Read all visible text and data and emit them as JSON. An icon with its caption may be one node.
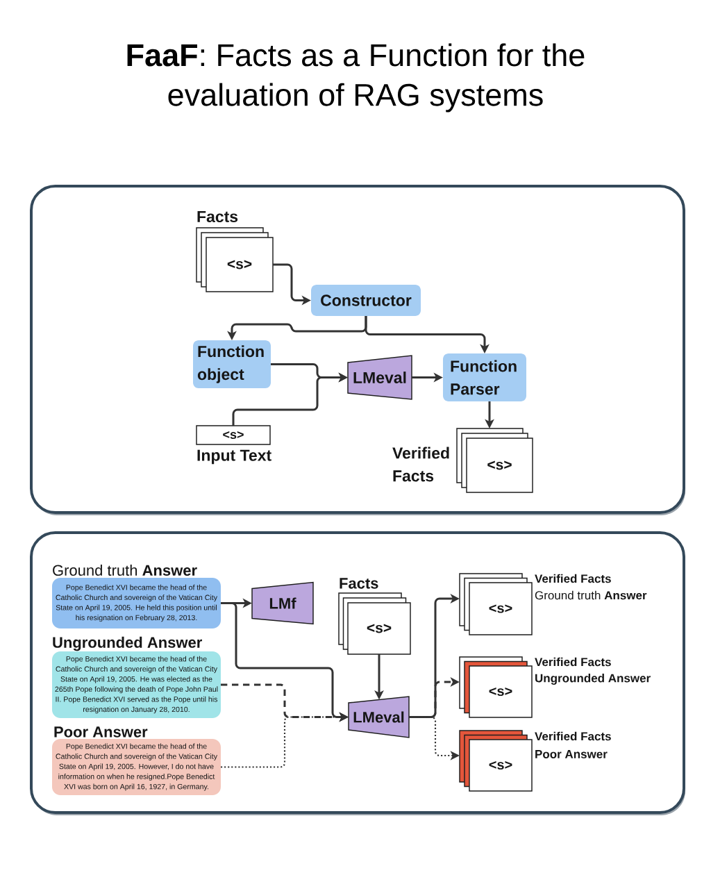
{
  "diagram": {
    "title": "**FaaF**: Facts as a Function for the evaluation of RAG systems",
    "nodes": [
      {
        "text": [],
        "shape": "box"
      },
      {
        "text": [
          "Facts",
          "<s>"
        ],
        "in": 0
      },
      {
        "text": [
          "Constructor"
        ],
        "in": 0
      },
      {
        "text": [
          "Function object"
        ],
        "in": 0
      },
      {
        "text": [
          "LMeval"
        ],
        "in": 0
      },
      {
        "text": [
          "Function Parser"
        ],
        "in": 0
      },
      {
        "text": [
          "<s>",
          "Input Text"
        ],
        "in": 0
      },
      {
        "text": [
          "Verified Facts",
          "<s>"
        ],
        "in": 0
      },
      {
        "text": [],
        "shape": "box"
      },
      {
        "text": [
          "Ground truth **Answer**",
          "Pope Benedict XVI became the head of the Catholic Church and sovereign of the Vatican City State on April 19, 2005. He held this position until his resignation on February 28, 2013."
        ],
        "in": 8
      },
      {
        "text": [
          "Ungrounded Answer",
          "Pope Benedict XVI became the head of the Catholic Church and sovereign of the Vatican City State on April 19, 2005. He was elected as the 265th Pope following the death of Pope John Paul II. Pope Benedict XVI served as the Pope until his resignation on January 28, 2010."
        ],
        "in": 8
      },
      {
        "text": [
          "Poor Answer",
          "Pope Benedict XVI became the head of the Catholic Church and sovereign of the Vatican City State on April 19, 2005. However, I do not have information on when he resigned.Pope Benedict XVI was born on April 16, 1927, in Germany."
        ],
        "in": 8
      },
      {
        "text": [
          "LMf"
        ],
        "in": 8
      },
      {
        "text": [
          "Facts",
          "<s>"
        ],
        "in": 8
      },
      {
        "text": [
          "LMeval"
        ],
        "in": 8
      },
      {
        "text": [
          "Verified Facts",
          "Ground truth **Answer**",
          "<s>"
        ],
        "in": 8
      },
      {
        "text": [
          "Verified Facts",
          "Ungrounded Answer",
          "<s>"
        ],
        "in": 8
      },
      {
        "text": [
          "Verified Facts",
          "Poor Answer",
          "<s>"
        ],
        "in": 8
      }
    ],
    "edges": [
      {
        "from": 1,
        "to": 2,
        "arrow": "to"
      },
      {
        "from": 2,
        "to": 3,
        "arrow": "to"
      },
      {
        "from": 2,
        "to": 5,
        "arrow": "to"
      },
      {
        "from": 3,
        "to": 4,
        "arrow": "to"
      },
      {
        "from": 6,
        "to": 4,
        "arrow": "to"
      },
      {
        "from": 4,
        "to": 5,
        "arrow": "to"
      },
      {
        "from": 5,
        "to": 7,
        "arrow": "to"
      },
      {
        "from": 9,
        "to": 12,
        "arrow": "to"
      },
      {
        "from": 9,
        "to": 14,
        "arrow": "to"
      },
      {
        "from": 10,
        "to": 14,
        "arrow": "to",
        "style": "dashed"
      },
      {
        "from": 11,
        "to": 14,
        "arrow": "to",
        "style": "dashed"
      },
      {
        "from": 13,
        "to": 14,
        "arrow": "to"
      },
      {
        "from": 14,
        "to": 15,
        "arrow": "to"
      },
      {
        "from": 14,
        "to": 16,
        "arrow": "to",
        "style": "dashed"
      },
      {
        "from": 14,
        "to": 17,
        "arrow": "to",
        "style": "dashed"
      }
    ]
  }
}
